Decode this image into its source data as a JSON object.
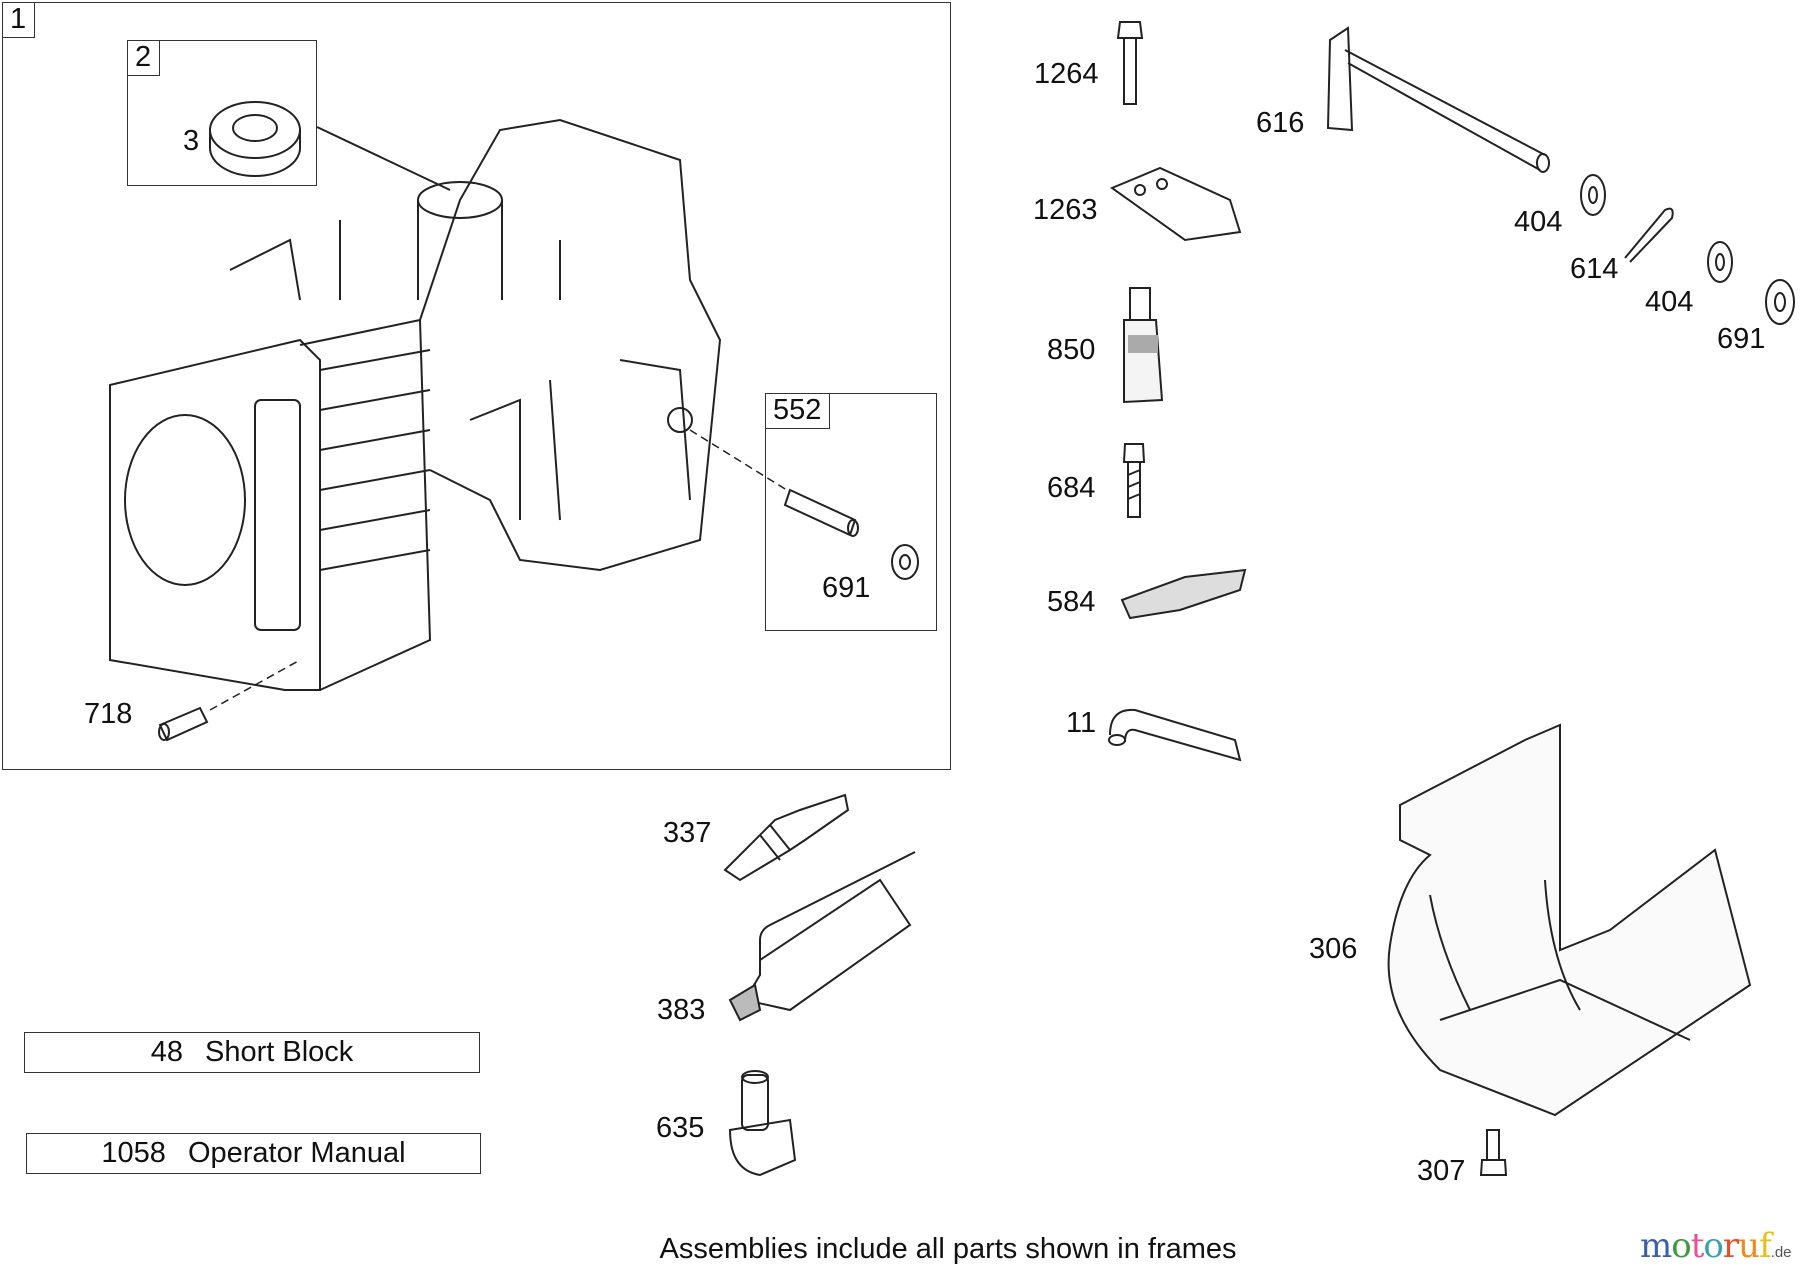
{
  "frames": {
    "engine_block": "1",
    "seal_kit": "2",
    "pin_kit": "552"
  },
  "callouts": {
    "seal": "3",
    "dowel_pin_block": "718",
    "washer_kit": "691",
    "screw_1264": "1264",
    "plate_1263": "1263",
    "sealant_tube": "850",
    "screw_684": "684",
    "clamp_584": "584",
    "hose_11": "11",
    "shaft_616": "616",
    "washer_404_a": "404",
    "cotter_614": "614",
    "washer_404_b": "404",
    "washer_691": "691",
    "spark_plug": "337",
    "breather_383": "383",
    "boot_635": "635",
    "shield_306": "306",
    "screw_307": "307"
  },
  "kits": [
    {
      "number": "48",
      "label": "Short Block"
    },
    {
      "number": "1058",
      "label": "Operator Manual"
    }
  ],
  "footer": "Assemblies include all parts shown in frames",
  "logo": {
    "text": "motoruf",
    "suffix": ".de",
    "colors": [
      "#3a5fa8",
      "#3f9a3f",
      "#e8509a",
      "#3aa0b8",
      "#e0502a",
      "#f08a1a",
      "#e8c01a"
    ]
  }
}
